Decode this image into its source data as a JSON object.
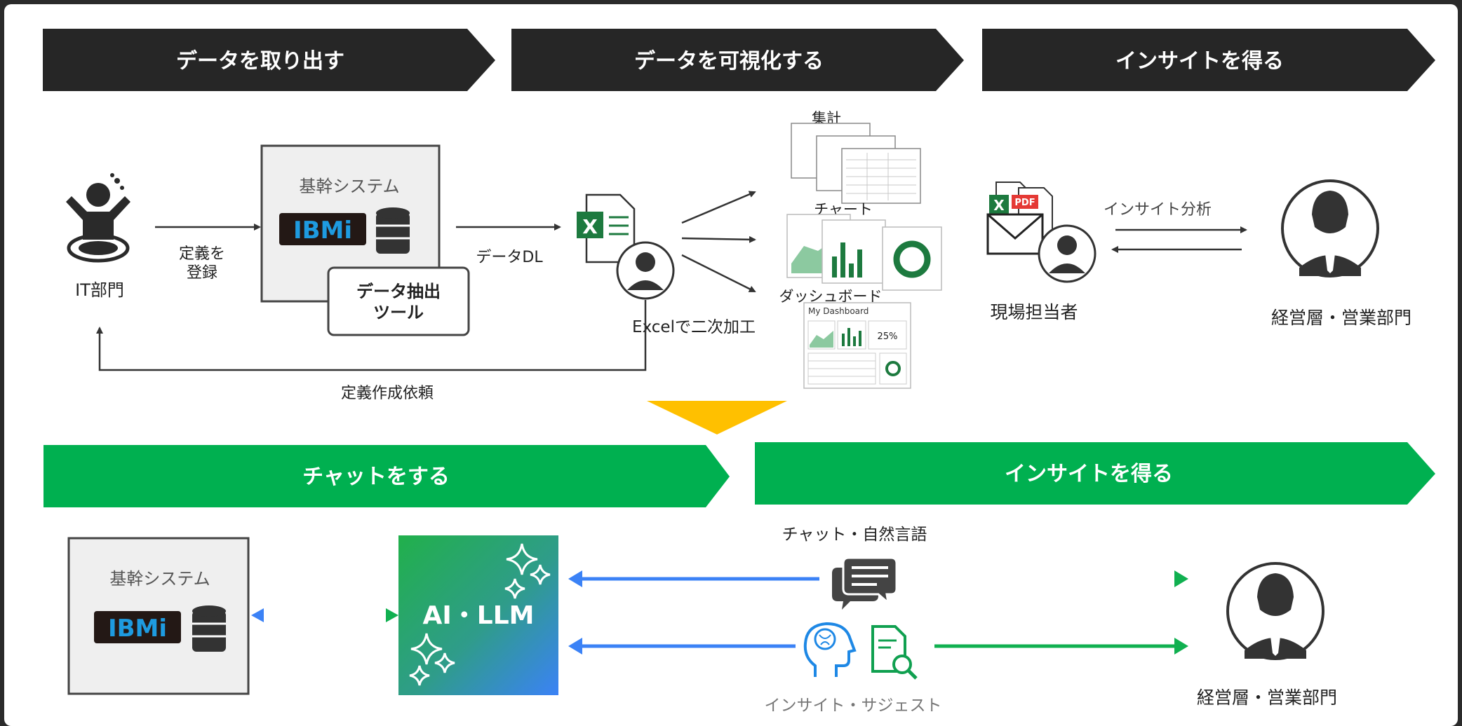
{
  "colors": {
    "dark_band": "#262626",
    "green_band": "#00b050",
    "yellow_arrow": "#ffc000",
    "blue_arrow": "#3b82f6",
    "green_arrow": "#10b050",
    "excel_green": "#1d7a3f",
    "pdf_red": "#e53935",
    "ibmi_blue": "#1e9be0"
  },
  "top": {
    "headers": [
      "データを取り出す",
      "データを可視化する",
      "インサイトを得る"
    ],
    "it_dept": "IT部門",
    "define_register": [
      "定義を",
      "登録"
    ],
    "core_system": "基幹システム",
    "ibmi_label": "IBMi",
    "extract_tool": [
      "データ抽出",
      "ツール"
    ],
    "data_dl": "データDL",
    "excel_edit": "Excelで二次加工",
    "summary": "集計",
    "chart": "チャート",
    "dashboard": "ダッシュボード",
    "my_dashboard": "My Dashboard",
    "dash_percent": "25%",
    "request": "定義作成依頼",
    "site_staff": "現場担当者",
    "insight_analysis": "インサイト分析",
    "management": "経営層・営業部門",
    "pdf_label": "PDF",
    "excel_label": "X"
  },
  "bottom": {
    "headers": [
      "チャットをする",
      "インサイトを得る"
    ],
    "core_system": "基幹システム",
    "ibmi_label": "IBMi",
    "ai_llm": "AI・LLM",
    "chat_natural": "チャット・自然言語",
    "insight_suggest": "インサイト・サジェスト",
    "management": "経営層・営業部門"
  }
}
